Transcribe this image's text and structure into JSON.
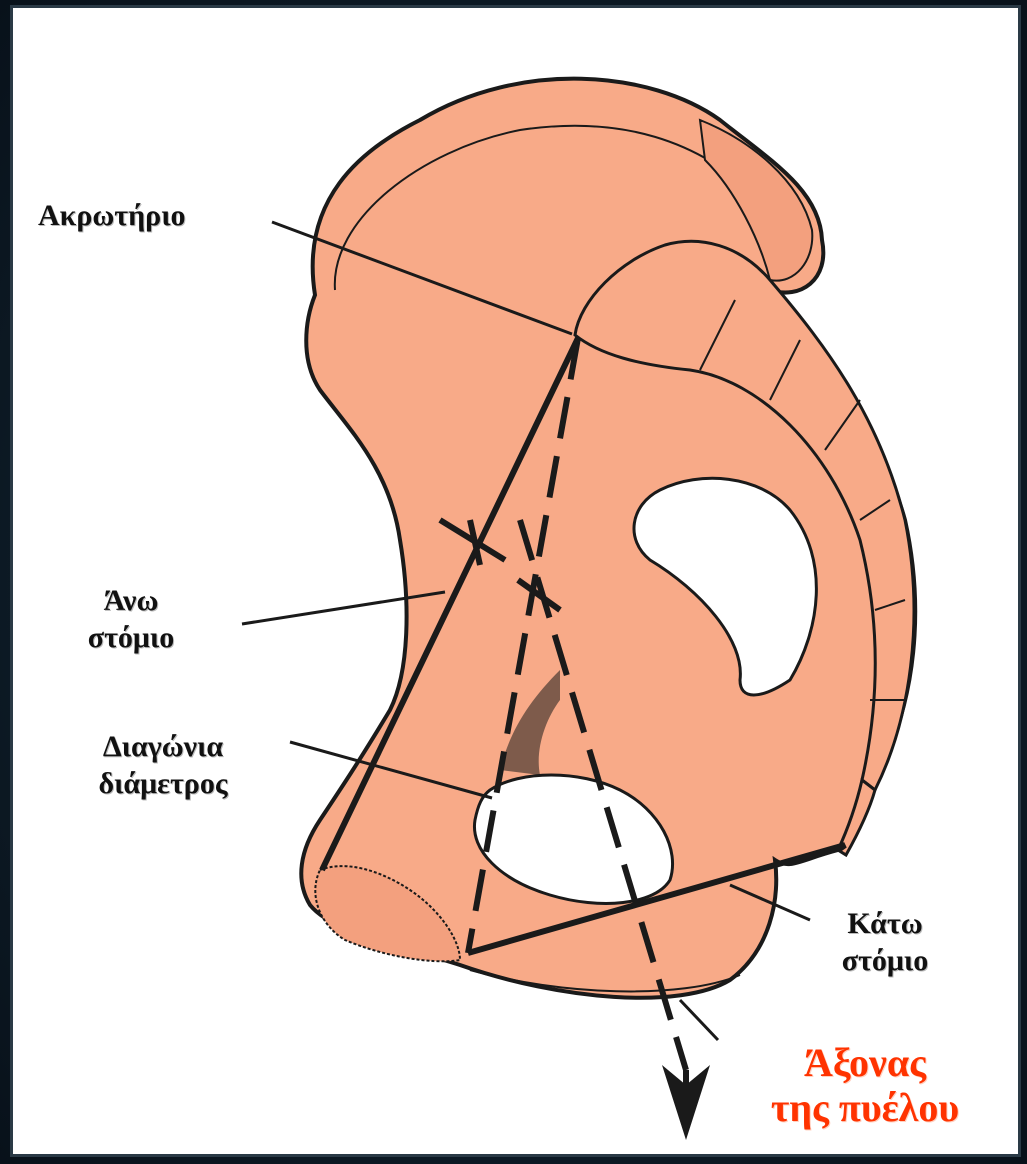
{
  "labels": {
    "promontory": "Ακρωτήριο",
    "inlet_line1": "Άνω",
    "inlet_line2": "στόμιο",
    "diagonal_line1": "Διαγώνια",
    "diagonal_line2": "διάμετρος",
    "outlet_line1": "Κάτω",
    "outlet_line2": "στόμιο",
    "axis_line1": "Άξονας",
    "axis_line2": "της πυέλου"
  },
  "colors": {
    "bone_fill": "#f8aa88",
    "outline": "#1a1a1a",
    "axis_label": "#ff3300",
    "background": "#ffffff"
  }
}
